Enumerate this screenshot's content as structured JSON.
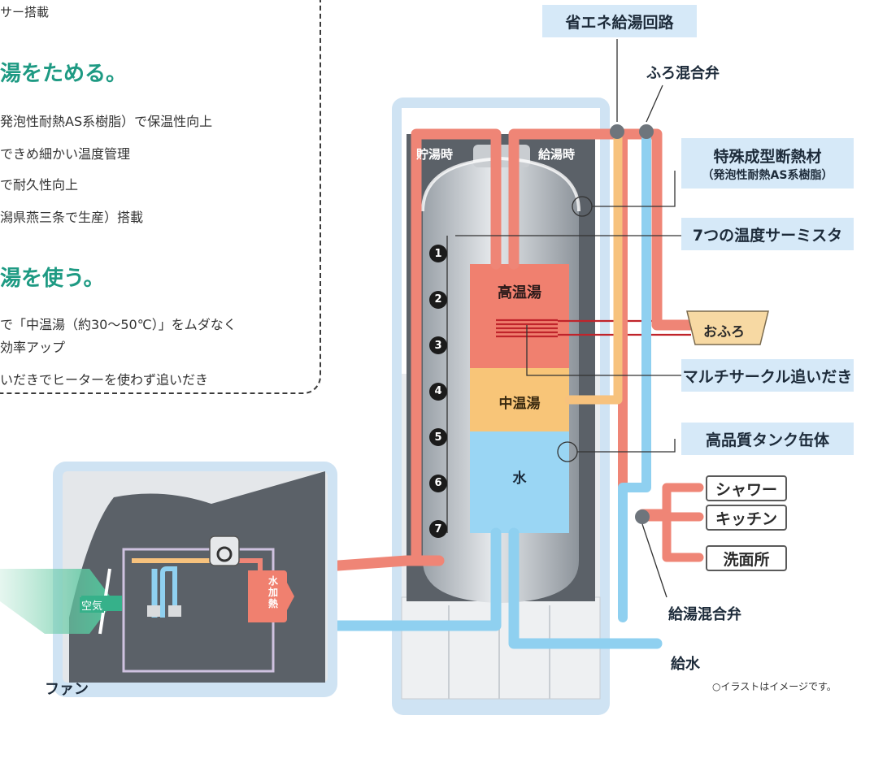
{
  "panel": {
    "sensor_line": "サー搭載",
    "heading_store": "湯をためる。",
    "store_features": [
      "発泡性耐熱AS系樹脂）で保温性向上",
      "できめ細かい温度管理",
      "で耐久性向上",
      "潟県燕三条で生産）搭載"
    ],
    "heading_use": "湯を使う。",
    "use_features": [
      "で「中温湯（約30〜50℃）」をムダなく",
      "効率アップ",
      "いだきでヒーターを使わず追いだき"
    ]
  },
  "labels": {
    "energy_saving_circuit": "省エネ給湯回路",
    "bath_mixing_valve": "ふろ混合弁",
    "insulation_title": "特殊成型断熱材",
    "insulation_sub": "（発泡性耐熱AS系樹脂）",
    "thermistor": "7つの温度サーミスタ",
    "multi_circle": "マルチサークル追いだき",
    "tank_body": "高品質タンク缶体",
    "supply_mixing_valve": "給湯混合弁",
    "water_supply": "給水",
    "fan": "ファン",
    "storing": "貯湯時",
    "supplying": "給湯時",
    "note": "○イラストはイメージです。"
  },
  "tank": {
    "high_temp": "高温湯",
    "mid_temp": "中温湯",
    "water": "水"
  },
  "sensors": [
    "1",
    "2",
    "3",
    "4",
    "5",
    "6",
    "7"
  ],
  "outlets": {
    "bath": "おふろ",
    "shower": "シャワー",
    "kitchen": "キッチン",
    "washroom": "洗面所"
  },
  "heat_pump": {
    "air": "空気",
    "water_heating": "水加熱"
  },
  "colors": {
    "hot_pipe": "#ef8576",
    "mid_pipe": "#f7c27d",
    "cold_pipe": "#8fd0f0",
    "tank_high": "#f0806f",
    "tank_mid": "#f8c578",
    "tank_water": "#9ad6f4",
    "label_bg": "#d6e9f8",
    "heading_green": "#1e9a83"
  }
}
